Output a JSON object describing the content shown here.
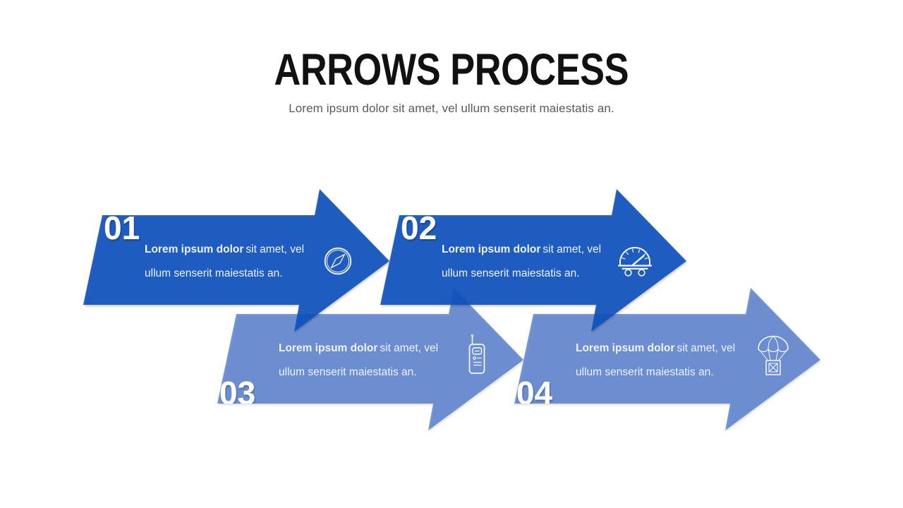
{
  "slide": {
    "title": "ARROWS PROCESS",
    "subtitle": "Lorem ipsum dolor sit amet, vel ullum senserit maiestatis an."
  },
  "colors": {
    "background": "#FFFFFF",
    "arrow_base": "#1350BC",
    "arrow_dark_appearance": "#2B62C3",
    "arrow_light_appearance": "#789BD9",
    "title_text": "#111111",
    "subtitle_text": "#595959",
    "arrow_text": "#EEF3FC",
    "number_text": "#FFFFFF"
  },
  "steps": [
    {
      "number": "01",
      "tone": "dark",
      "icon": "compass-icon",
      "text_bold": "Lorem ipsum dolor",
      "text_rest": "sit amet, vel",
      "text_line2": "ullum senserit maiestatis an."
    },
    {
      "number": "02",
      "tone": "dark",
      "icon": "gauge-icon",
      "text_bold": "Lorem ipsum dolor",
      "text_rest": "sit amet, vel",
      "text_line2": "ullum senserit maiestatis an."
    },
    {
      "number": "03",
      "tone": "light",
      "icon": "walkie-talkie-icon",
      "text_bold": "Lorem ipsum dolor",
      "text_rest": "sit amet, vel",
      "text_line2": "ullum senserit maiestatis an."
    },
    {
      "number": "04",
      "tone": "light",
      "icon": "parachute-icon",
      "text_bold": "Lorem ipsum dolor",
      "text_rest": "sit amet, vel",
      "text_line2": "ullum senserit maiestatis an."
    }
  ]
}
